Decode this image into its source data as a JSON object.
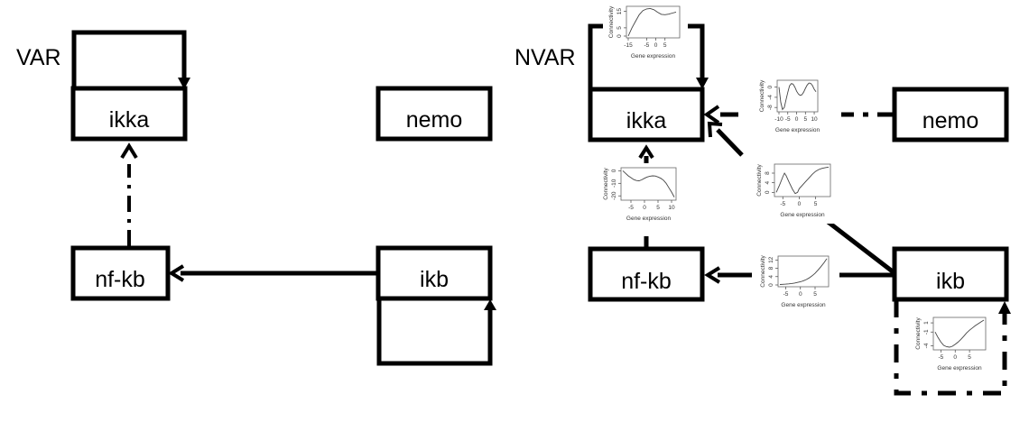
{
  "panels": [
    {
      "id": "var",
      "label": "VAR",
      "nodes": [
        {
          "id": "ikka",
          "label": "ikka"
        },
        {
          "id": "nemo",
          "label": "nemo"
        },
        {
          "id": "nf-kb",
          "label": "nf-kb"
        },
        {
          "id": "ikb",
          "label": "ikb"
        }
      ],
      "edges": [
        {
          "from": "ikka",
          "to": "ikka",
          "style": "solid",
          "type": "self-loop"
        },
        {
          "from": "nf-kb",
          "to": "ikka",
          "style": "dash-dot"
        },
        {
          "from": "ikb",
          "to": "nf-kb",
          "style": "solid"
        },
        {
          "from": "ikb",
          "to": "ikb",
          "style": "solid",
          "type": "self-loop"
        }
      ]
    },
    {
      "id": "nvar",
      "label": "NVAR",
      "nodes": [
        {
          "id": "ikka",
          "label": "ikka"
        },
        {
          "id": "nemo",
          "label": "nemo"
        },
        {
          "id": "nf-kb",
          "label": "nf-kb"
        },
        {
          "id": "ikb",
          "label": "ikb"
        }
      ],
      "edges": [
        {
          "from": "ikka",
          "to": "ikka",
          "style": "solid",
          "type": "self-loop",
          "plot": 0
        },
        {
          "from": "nemo",
          "to": "ikka",
          "style": "dash-dot",
          "plot": 1
        },
        {
          "from": "ikb",
          "to": "ikka",
          "style": "solid",
          "plot": 2
        },
        {
          "from": "nf-kb",
          "to": "ikka",
          "style": "solid",
          "plot": 3
        },
        {
          "from": "ikb",
          "to": "nf-kb",
          "style": "solid",
          "plot": 4
        },
        {
          "from": "ikb",
          "to": "ikb",
          "style": "dash-dot",
          "type": "self-loop",
          "plot": 5
        }
      ]
    }
  ],
  "mini_plots": {
    "xlabel": "Gene expression",
    "ylabel": "Connectivity",
    "items": [
      {
        "edge": "ikka->ikka",
        "xticks": [
          "-15",
          "-5",
          "0",
          "5"
        ],
        "yticks": [
          "0",
          "5",
          "15"
        ],
        "xlim": [
          -15,
          12
        ],
        "ylim": [
          0,
          17
        ],
        "curve": [
          [
            -15,
            0
          ],
          [
            -13,
            5
          ],
          [
            -11,
            9
          ],
          [
            -9,
            13
          ],
          [
            -7,
            15.5
          ],
          [
            -5,
            16.5
          ],
          [
            -3,
            16.8
          ],
          [
            -1,
            16
          ],
          [
            1,
            14.5
          ],
          [
            3,
            13.2
          ],
          [
            5,
            13
          ],
          [
            7,
            13.3
          ],
          [
            9,
            14
          ],
          [
            11,
            14.6
          ]
        ]
      },
      {
        "edge": "nemo->ikka",
        "xticks": [
          "-10",
          "-5",
          "0",
          "5",
          "10"
        ],
        "yticks": [
          "0",
          "-4",
          "-8"
        ],
        "xlim": [
          -10,
          11
        ],
        "ylim": [
          -9,
          2
        ],
        "curve": [
          [
            -10,
            0
          ],
          [
            -9,
            -6
          ],
          [
            -8,
            -8.8
          ],
          [
            -7,
            -8
          ],
          [
            -6,
            -5
          ],
          [
            -5,
            -2
          ],
          [
            -4,
            0.5
          ],
          [
            -3,
            1.4
          ],
          [
            -2,
            1.2
          ],
          [
            -1,
            0
          ],
          [
            0,
            -1.6
          ],
          [
            1,
            -2.7
          ],
          [
            2,
            -3.2
          ],
          [
            3,
            -3
          ],
          [
            4,
            -2
          ],
          [
            5,
            -0.5
          ],
          [
            6,
            0.8
          ],
          [
            7,
            1.6
          ],
          [
            8,
            1.5
          ],
          [
            9,
            0.6
          ],
          [
            10,
            -0.8
          ],
          [
            11,
            -1.8
          ]
        ]
      },
      {
        "edge": "ikb->ikka",
        "xticks": [
          "-5",
          "0",
          "5"
        ],
        "yticks": [
          "0",
          "4",
          "8"
        ],
        "xlim": [
          -7,
          9
        ],
        "ylim": [
          -1,
          11
        ],
        "curve": [
          [
            -7,
            0
          ],
          [
            -6,
            3
          ],
          [
            -5,
            6.5
          ],
          [
            -4.5,
            8
          ],
          [
            -4,
            7
          ],
          [
            -3,
            4
          ],
          [
            -2,
            1.2
          ],
          [
            -1.2,
            -0.5
          ],
          [
            -0.5,
            0
          ],
          [
            0,
            1.5
          ],
          [
            1,
            3
          ],
          [
            2,
            4.5
          ],
          [
            3,
            6
          ],
          [
            4,
            7.5
          ],
          [
            5,
            8.7
          ],
          [
            6,
            9.5
          ],
          [
            7,
            10
          ],
          [
            8,
            10.3
          ],
          [
            9,
            10.5
          ]
        ]
      },
      {
        "edge": "nf-kb->ikka",
        "xticks": [
          "-5",
          "0",
          "5",
          "10"
        ],
        "yticks": [
          "0",
          "-10",
          "-20"
        ],
        "xlim": [
          -8,
          11
        ],
        "ylim": [
          -22,
          1
        ],
        "curve": [
          [
            -8,
            0
          ],
          [
            -7,
            -2
          ],
          [
            -6,
            -4
          ],
          [
            -5,
            -5.5
          ],
          [
            -4,
            -7
          ],
          [
            -3,
            -7.8
          ],
          [
            -2,
            -8
          ],
          [
            -1,
            -7.2
          ],
          [
            0,
            -6
          ],
          [
            1,
            -5
          ],
          [
            2,
            -4.3
          ],
          [
            3,
            -4
          ],
          [
            4,
            -4.2
          ],
          [
            5,
            -5
          ],
          [
            6,
            -6
          ],
          [
            7,
            -7.5
          ],
          [
            8,
            -10
          ],
          [
            9,
            -13.5
          ],
          [
            10,
            -17
          ],
          [
            11,
            -21
          ]
        ]
      },
      {
        "edge": "ikb->nf-kb",
        "xticks": [
          "-5",
          "0",
          "5"
        ],
        "yticks": [
          "0",
          "4",
          "8",
          "12"
        ],
        "xlim": [
          -7,
          9
        ],
        "ylim": [
          0,
          13
        ],
        "curve": [
          [
            -7,
            0.2
          ],
          [
            -6,
            0.3
          ],
          [
            -5,
            0.4
          ],
          [
            -4,
            0.5
          ],
          [
            -3,
            0.7
          ],
          [
            -2,
            0.9
          ],
          [
            -1,
            1.2
          ],
          [
            0,
            1.5
          ],
          [
            1,
            2
          ],
          [
            2,
            2.6
          ],
          [
            3,
            3.4
          ],
          [
            4,
            4.4
          ],
          [
            5,
            5.6
          ],
          [
            6,
            7.2
          ],
          [
            7,
            8.8
          ],
          [
            8,
            10.6
          ],
          [
            9,
            12.6
          ]
        ]
      },
      {
        "edge": "ikb->ikb",
        "xticks": [
          "-5",
          "0",
          "5"
        ],
        "yticks": [
          "1",
          "-1",
          "-4"
        ],
        "xlim": [
          -7,
          10
        ],
        "ylim": [
          -4.5,
          1.8
        ],
        "curve": [
          [
            -7,
            -1
          ],
          [
            -6,
            -2.2
          ],
          [
            -5,
            -3.2
          ],
          [
            -4,
            -3.9
          ],
          [
            -3,
            -4.2
          ],
          [
            -2,
            -4.3
          ],
          [
            -1,
            -4.1
          ],
          [
            0,
            -3.7
          ],
          [
            1,
            -3.2
          ],
          [
            2,
            -2.6
          ],
          [
            3,
            -1.9
          ],
          [
            4,
            -1.2
          ],
          [
            5,
            -0.6
          ],
          [
            6,
            -0.1
          ],
          [
            7,
            0.4
          ],
          [
            8,
            0.8
          ],
          [
            9,
            1.2
          ],
          [
            10,
            1.6
          ]
        ]
      }
    ]
  }
}
